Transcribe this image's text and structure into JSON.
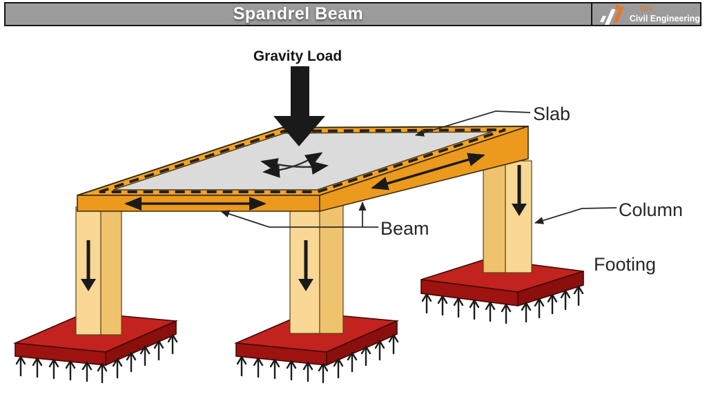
{
  "header": {
    "title": "Spandrel Beam",
    "logo": {
      "the": "The",
      "brand": "Civil Engineering"
    }
  },
  "diagram": {
    "gravity_load_label": "Gravity Load",
    "slab_label": "Slab",
    "beam_label": "Beam",
    "column_label": "Column",
    "footing_label": "Footing"
  },
  "colors": {
    "header_gray": "#9B9B9B",
    "logo_orange": "#E87722",
    "beam_orange": "#F4A326",
    "beam_orange_dark": "#EC9A1D",
    "slab_gray": "#DBDBDB",
    "column_front": "#F9D795",
    "column_side": "#EFC26E",
    "footing_top": "#C2231E",
    "footing_front": "#9E1210",
    "footing_side": "#8A0F0D",
    "arrow_black": "#1A1A1A"
  }
}
